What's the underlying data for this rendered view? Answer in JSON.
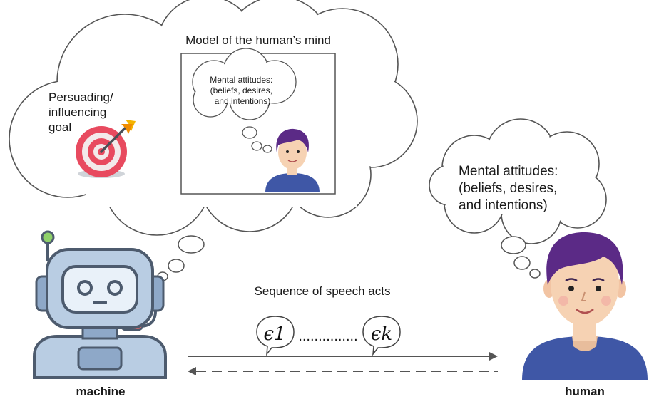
{
  "machine_thought": {
    "inner_box_title": "Model of the human’s mind",
    "goal_lines": [
      "Persuading/",
      "influencing",
      "goal"
    ],
    "inner_cloud_lines": [
      "Mental attitudes:",
      "(beliefs, desires,",
      "and intentions)"
    ]
  },
  "human_thought": {
    "lines": [
      "Mental attitudes:",
      "(beliefs, desires,",
      "and intentions)"
    ]
  },
  "speech": {
    "label": "Sequence of speech acts",
    "first_act": "ϵ1",
    "dots": "...............",
    "last_act": "ϵk"
  },
  "agents": {
    "machine_label": "machine",
    "human_label": "human"
  },
  "colors": {
    "outline": "#555555",
    "robot_body": "#4d5b6e",
    "robot_face": "#b9cde3",
    "human_hair": "#5b2a86",
    "human_shirt": "#3f57a6",
    "skin": "#f6d2b3",
    "target_red": "#e84a5f",
    "arrow_yellow": "#f4b400"
  }
}
